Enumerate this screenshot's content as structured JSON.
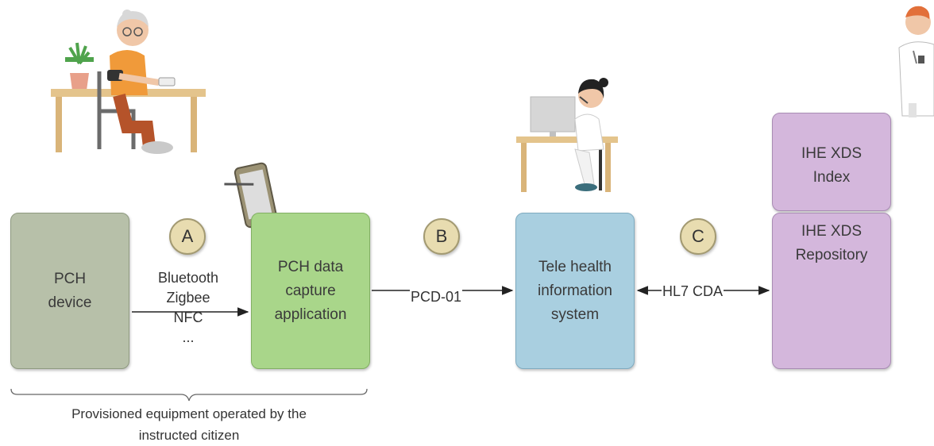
{
  "boxes": {
    "pch_device": {
      "lines": [
        "PCH",
        "device"
      ],
      "color": "#b7c0a9"
    },
    "pch_capture": {
      "lines": [
        "PCH data",
        "capture",
        "application"
      ],
      "color": "#a9d68a"
    },
    "telehealth": {
      "lines": [
        "Tele health",
        "information",
        "system"
      ],
      "color": "#a9cfe0"
    },
    "xds_index": {
      "lines": [
        "IHE XDS",
        "Index"
      ],
      "color": "#d4b7dc"
    },
    "xds_repository": {
      "lines": [
        "IHE XDS",
        "Repository"
      ],
      "color": "#d4b7dc"
    }
  },
  "badges": {
    "a": "A",
    "b": "B",
    "c": "C"
  },
  "protocols": [
    "Bluetooth",
    "Zigbee",
    "NFC",
    "..."
  ],
  "connectors": {
    "pcd": "PCD-01",
    "hl7": "HL7 CDA"
  },
  "caption": {
    "line1": "Provisioned equipment operated by the",
    "line2": "instructed citizen"
  },
  "icons": [
    "elderly-citizen-icon",
    "tablet-icon",
    "operator-icon",
    "doctor-icon",
    "database-icon"
  ]
}
